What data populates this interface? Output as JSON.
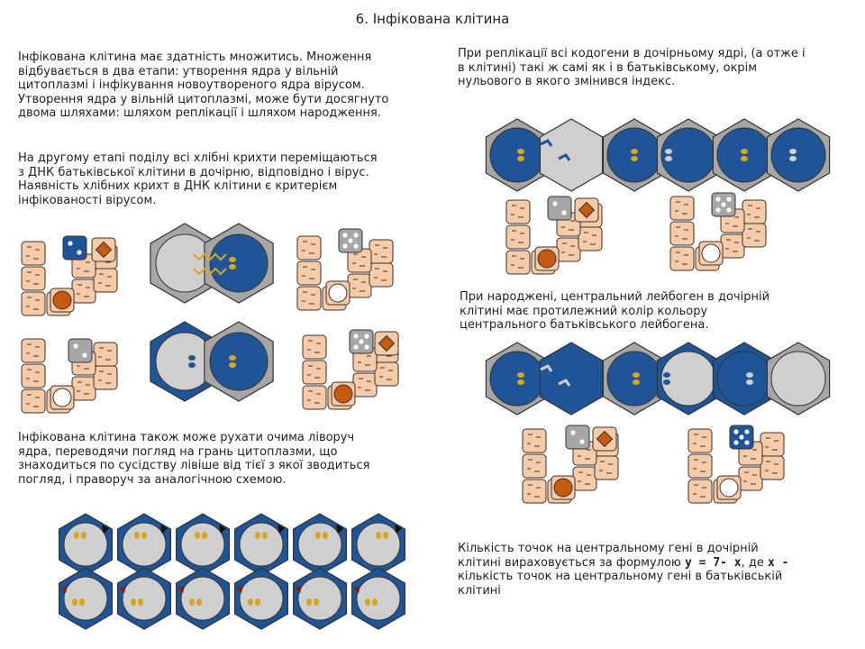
{
  "page": {
    "title": "6. Інфікована клітина"
  },
  "text": {
    "intro": [
      "Інфікована клітина має здатність множитись. Множення",
      "відбувається в два етапи: утворення ядра у вільній",
      "цитоплазмі і інфікування новоутвореного ядра вірусом.",
      "Утворення ядра у вільній цитоплазмі, може бути досягнуто",
      "двома шляхами: шляхом реплікації і шляхом народження."
    ],
    "second_stage": [
      "На другому етапі поділу всі хлібні крихти переміщаються",
      "з ДНК батьківської клітини в дочірню, відповідно і вірус.",
      "Наявність хлібних крихт в ДНК клітини є критерієм",
      "інфікованості вірусом."
    ],
    "eyes": [
      "Інфікована клітина також може рухати очима ліворуч",
      "ядра, переводячи погляд на грань цитоплазми, що",
      "знаходиться по сусідству лівіше від тієї з якої зводиться",
      "погляд,  і праворуч за аналогічною схемою."
    ],
    "replication": [
      "При реплікації всі кодогени в дочірньому ядрі, (а отже і",
      "в клітині) такі ж самі як і в батьківському, окрім",
      "нульового в якого змінився індекс."
    ],
    "birth": [
      "При народжені, центральний лейбоген в дочірній",
      "клітині має протилежний колір кольору",
      "центрального батьківського лейбогена."
    ],
    "formula": {
      "line1": "Кількість точок на центральному гені в дочірній",
      "line2_pre": "клітині вираховується за формулою ",
      "line2_code": "y = 7- x",
      "line2_mid": ", де ",
      "line2_code2": "x -",
      "line3": "кількість точок на центральному гені в батьківській",
      "line4": "клітині"
    }
  },
  "colors": {
    "blue": "#1f5597",
    "gray": "#a6a6a6",
    "light_gray": "#cfcfcf",
    "peach": "#f8cba8",
    "brown": "#c55a11",
    "gold": "#d9a520",
    "dark_red": "#7b1f1f",
    "outline": "#333333"
  }
}
